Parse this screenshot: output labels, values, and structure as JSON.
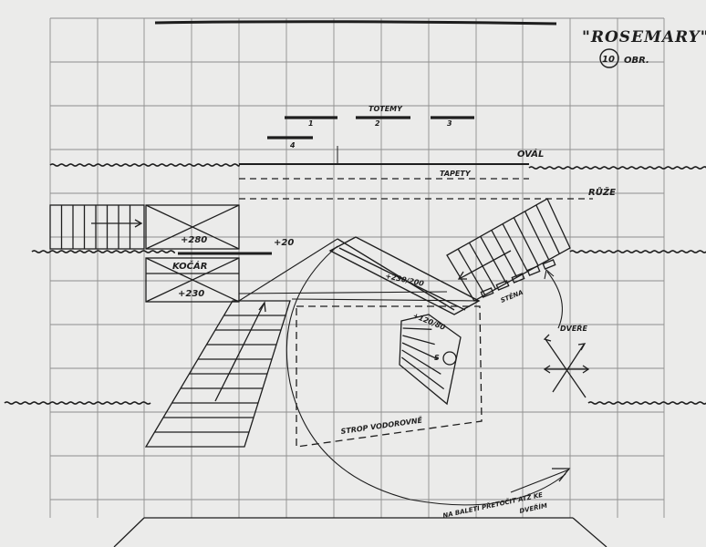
{
  "title": "\"ROSEMARY\"",
  "figure_number": "10",
  "figure_suffix": "OBR.",
  "labels": {
    "totemy": "TOTEMY",
    "totem_1": "1",
    "totem_2": "2",
    "totem_3": "3",
    "totem_4": "4",
    "oval": "OVÁL",
    "tapety": "TAPETY",
    "ruze": "RŮŽE",
    "height_280": "+280",
    "height_20": "+20",
    "kocar": "KOČÁR",
    "height_230": "+230",
    "height_230_200": "+230/200",
    "height_120_80": "+120/80",
    "stena": "STĚNA",
    "dvere": "DVEŘE",
    "s_mark": "S",
    "strop_vodorovne": "STROP VODOROVNĚ",
    "baleti_note_line1": "NA BALETI PŘETOČIT ATŽ KE",
    "baleti_note_line2": "DVEŘÍM"
  },
  "colors": {
    "paper": "#ebebea",
    "grid": "#8e8e8e",
    "ink": "#1e1e1e"
  }
}
